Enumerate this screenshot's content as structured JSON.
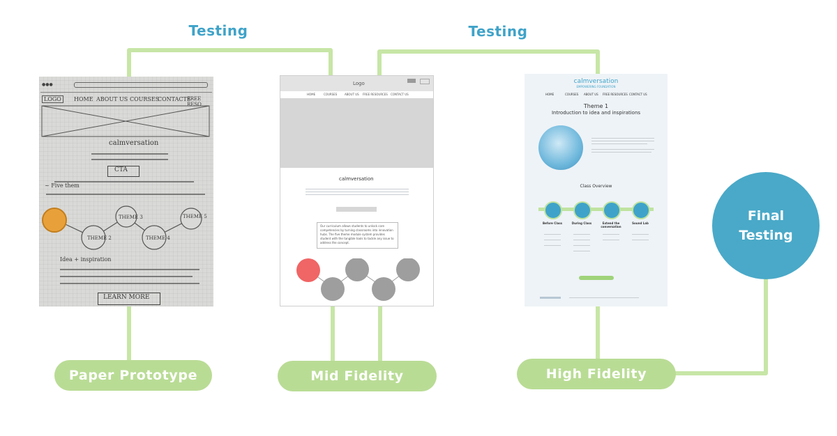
{
  "testing_labels": [
    "Testing",
    "Testing"
  ],
  "stages": {
    "paper": "Paper Prototype",
    "mid": "Mid Fidelity",
    "high": "High Fidelity",
    "final_line1": "Final",
    "final_line2": "Testing"
  },
  "paper_sketch": {
    "nav": [
      "LOGO",
      "HOME",
      "ABOUT US",
      "COURSES",
      "CONTACTS",
      "FREE RESO"
    ],
    "brand": "calmversation",
    "cta": "CTA",
    "five_themes": "~ Five them",
    "themes": [
      "THEME 2",
      "THEME 5",
      "THEME 3",
      "THEME 4"
    ],
    "idea_label": "Idea + inspiration",
    "learn_more": "LEARN MORE"
  },
  "mid_wireframe": {
    "logo": "Logo",
    "nav": [
      "HOME",
      "COURSES",
      "ABOUT US",
      "FREE RESOURCES",
      "CONTACT US"
    ],
    "brand": "calmversation",
    "body_text": "Our curriculum allows students to unlock core competencies by turning classrooms into innovation hubs. The five theme module system provides student with the tangible tools to tackle any issue to address the concept."
  },
  "high_fidelity": {
    "brand": "calmversation",
    "tagline": "EMPOWERING FOUNDATION",
    "nav": [
      "HOME",
      "COURSES",
      "ABOUT US",
      "FREE RESOURCES",
      "CONTACT US"
    ],
    "theme_title": "Theme 1",
    "theme_subtitle": "Introduction to idea and inspirations",
    "class_overview": "Class Overview",
    "phases": [
      "Before Class",
      "During Class",
      "Extend the conversation",
      "Sound Lab"
    ]
  },
  "colors": {
    "connector": "#c7e6a6",
    "pill": "#b9dc95",
    "testing_text": "#3fa3c9",
    "final_circle": "#4aa9c8"
  }
}
